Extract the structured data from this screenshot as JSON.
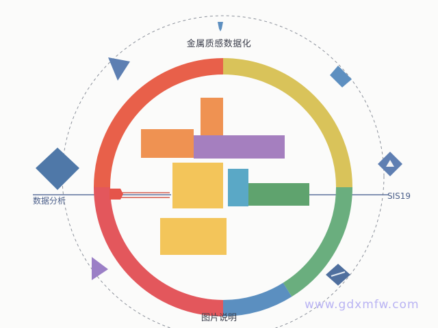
{
  "diagram": {
    "top_caption": "金属质感数据化",
    "bottom_caption": "图片说明",
    "left_tag": "数据分析",
    "right_tag": "SIS19"
  },
  "watermark": "www.gdxmfw.com",
  "colors": {
    "ring_red": "#e8604a",
    "ring_yellow": "#d9c35a",
    "ring_green": "#6aae7e",
    "ring_blue": "#5b8fc0",
    "ring_pink": "#d9506a",
    "bar_orange": "#ef9252",
    "bar_purple": "#a57fbf",
    "block_yellow": "#f3c55a",
    "bar_teal": "#5aa8c6",
    "bar_green": "#5fa36e",
    "diamond_blue": "#5a7fac",
    "triangle_purple": "#9b7fc6",
    "dashed_orbit": "#8a8f99"
  },
  "icons": [
    "pin-icon",
    "triangle-marker-icon",
    "diamond-marker-icon",
    "leaf-icon",
    "wave-icon",
    "arrow-marker-icon"
  ]
}
